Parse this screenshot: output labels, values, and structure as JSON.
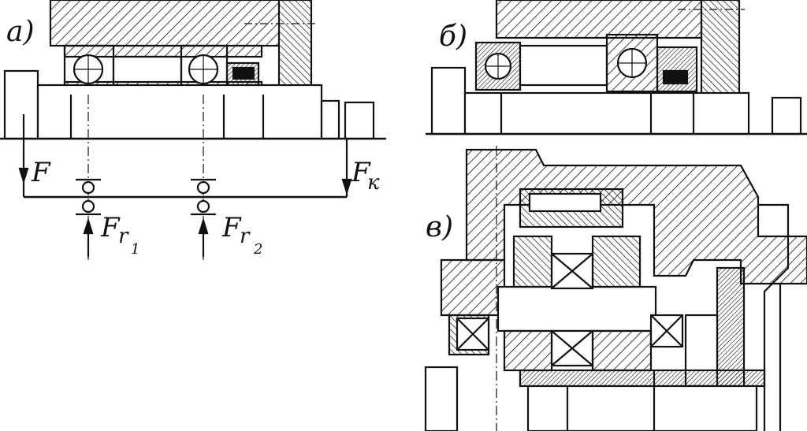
{
  "panels": {
    "a": {
      "label": "a)"
    },
    "b": {
      "label": "б)"
    },
    "v": {
      "label": "в)"
    }
  },
  "forces": {
    "F": "F",
    "Fk": {
      "base": "F",
      "sub": "к"
    },
    "Fr1": {
      "base": "F",
      "sub": "r",
      "sub2": "1"
    },
    "Fr2": {
      "base": "F",
      "sub": "r",
      "sub2": "2"
    }
  },
  "colors": {
    "ink": "#111111",
    "paper": "#ffffff"
  }
}
